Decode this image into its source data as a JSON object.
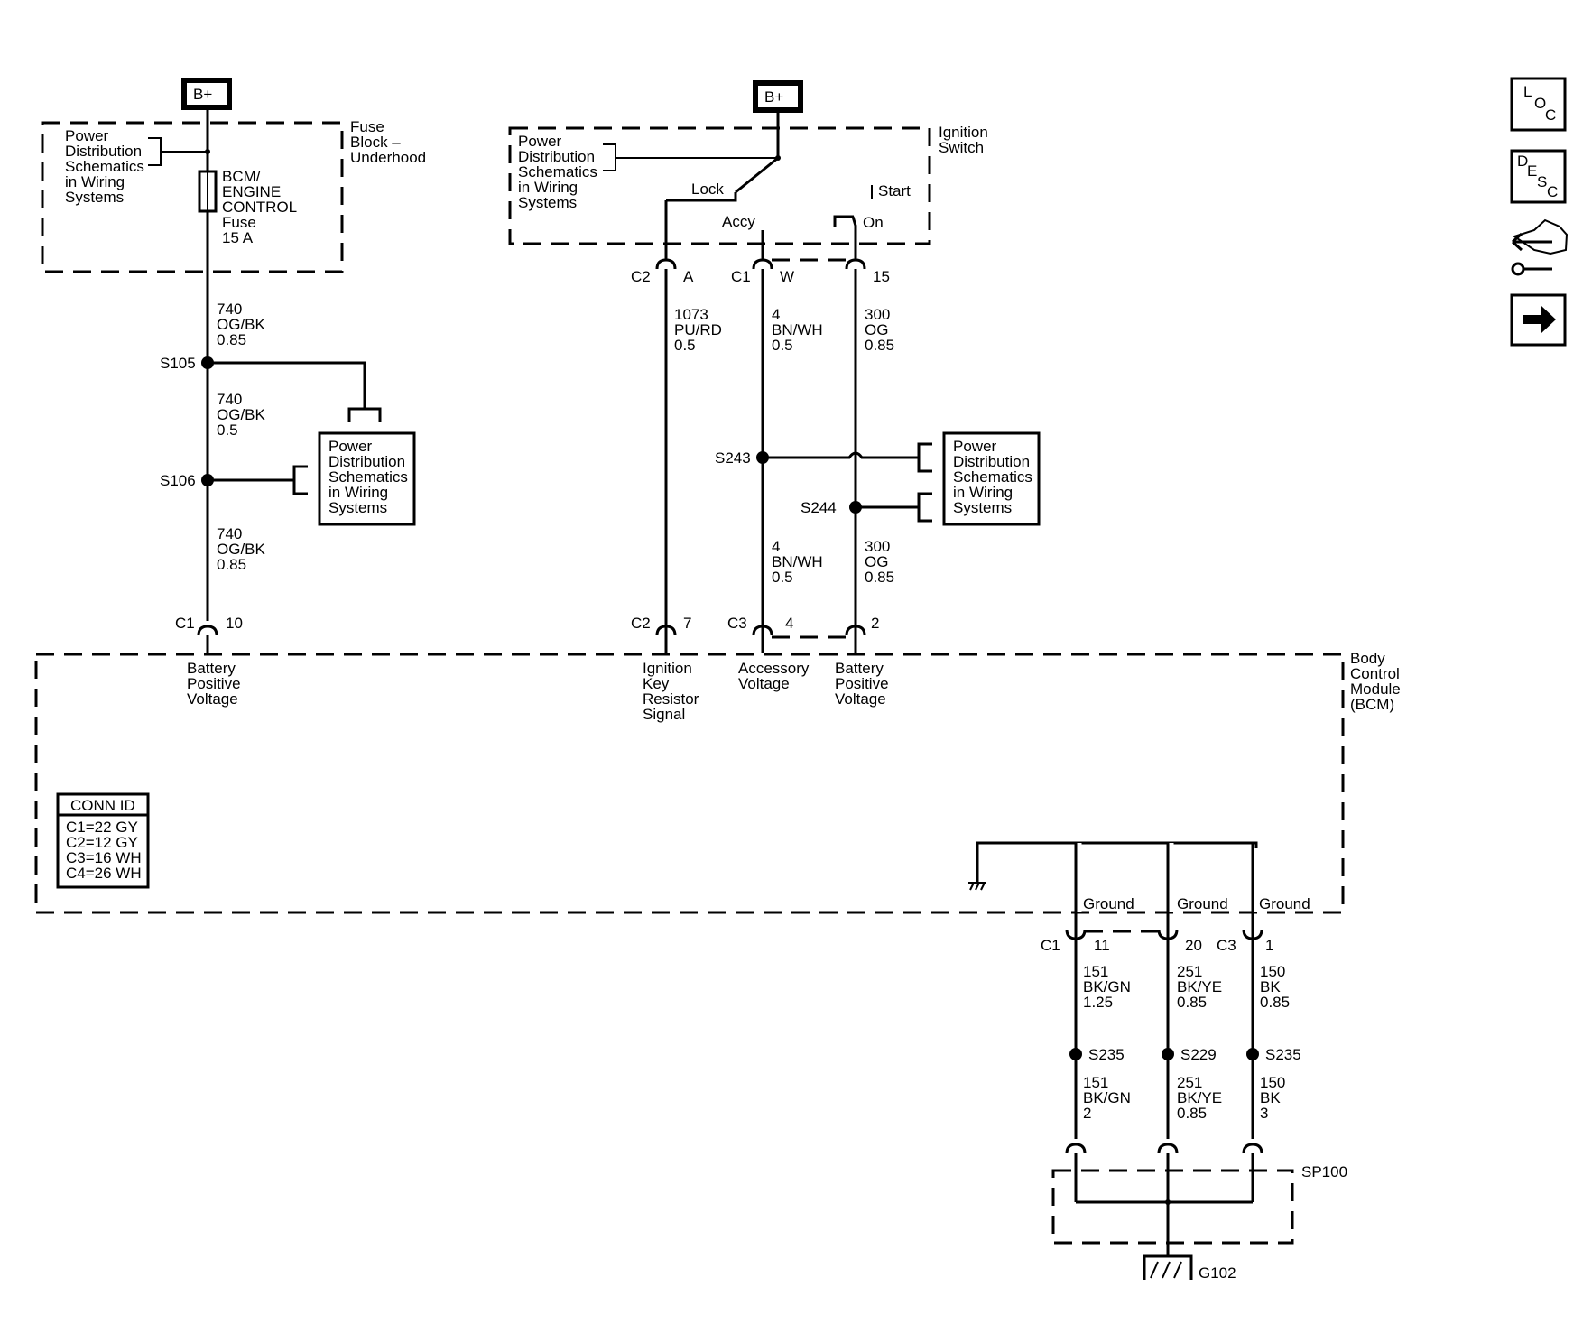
{
  "nav": {
    "loc": [
      "L",
      "O",
      "C"
    ],
    "desc": [
      "D",
      "E",
      "S",
      "C"
    ]
  },
  "sources": {
    "b_plus_1": "B+",
    "b_plus_2": "B+"
  },
  "fuse_block": {
    "name": [
      "Fuse",
      "Block –",
      "Underhood"
    ],
    "pd_ref": [
      "Power",
      "Distribution",
      "Schematics",
      "in Wiring",
      "Systems"
    ],
    "fuse": [
      "BCM/",
      "ENGINE",
      "CONTROL",
      "Fuse",
      "15 A"
    ]
  },
  "ignition_switch": {
    "name": [
      "Ignition",
      "Switch"
    ],
    "pd_ref": [
      "Power",
      "Distribution",
      "Schematics",
      "in Wiring",
      "Systems"
    ],
    "positions": {
      "lock": "Lock",
      "accy": "Accy",
      "start": "Start",
      "on": "On"
    }
  },
  "wires": {
    "w740a": [
      "740",
      "OG/BK",
      "0.85"
    ],
    "w740b": [
      "740",
      "OG/BK",
      "0.5"
    ],
    "w740c": [
      "740",
      "OG/BK",
      "0.85"
    ],
    "w1073": [
      "1073",
      "PU/RD",
      "0.5"
    ],
    "w4a": [
      "4",
      "BN/WH",
      "0.5"
    ],
    "w4b": [
      "4",
      "BN/WH",
      "0.5"
    ],
    "w300a": [
      "300",
      "OG",
      "0.85"
    ],
    "w300b": [
      "300",
      "OG",
      "0.85"
    ],
    "w151a": [
      "151",
      "BK/GN",
      "1.25"
    ],
    "w251a": [
      "251",
      "BK/YE",
      "0.85"
    ],
    "w150a": [
      "150",
      "BK",
      "0.85"
    ],
    "w151b": [
      "151",
      "BK/GN",
      "2"
    ],
    "w251b": [
      "251",
      "BK/YE",
      "0.85"
    ],
    "w150b": [
      "150",
      "BK",
      "3"
    ]
  },
  "splices": {
    "s105": "S105",
    "s106": "S106",
    "s243": "S243",
    "s244": "S244",
    "s235a": "S235",
    "s229": "S229",
    "s235b": "S235",
    "sp100": "SP100",
    "g102": "G102"
  },
  "pd_boxes": {
    "left": [
      "Power",
      "Distribution",
      "Schematics",
      "in Wiring",
      "Systems"
    ],
    "right": [
      "Power",
      "Distribution",
      "Schematics",
      "in Wiring",
      "Systems"
    ]
  },
  "connectors": {
    "ign_c2": "C2",
    "ign_a": "A",
    "ign_c1": "C1",
    "ign_w": "W",
    "ign_15": "15",
    "bcm_c1": "C1",
    "bcm_10": "10",
    "bcm_c2": "C2",
    "bcm_7": "7",
    "bcm_c3": "C3",
    "bcm_4": "4",
    "bcm_2": "2",
    "gnd_c1": "C1",
    "gnd_11": "11",
    "gnd_20": "20",
    "gnd_c3": "C3",
    "gnd_1": "1"
  },
  "bcm": {
    "name": [
      "Body",
      "Control",
      "Module",
      "(BCM)"
    ],
    "pins": {
      "batt1": [
        "Battery",
        "Positive",
        "Voltage"
      ],
      "ign_key": [
        "Ignition",
        "Key",
        "Resistor",
        "Signal"
      ],
      "accy": [
        "Accessory",
        "Voltage"
      ],
      "batt2": [
        "Battery",
        "Positive",
        "Voltage"
      ]
    },
    "ground_labels": [
      "Ground",
      "Ground",
      "Ground"
    ]
  },
  "conn_id": {
    "title": "CONN ID",
    "rows": [
      "C1=22 GY",
      "C2=12 GY",
      "C3=16 WH",
      "C4=26 WH"
    ]
  }
}
